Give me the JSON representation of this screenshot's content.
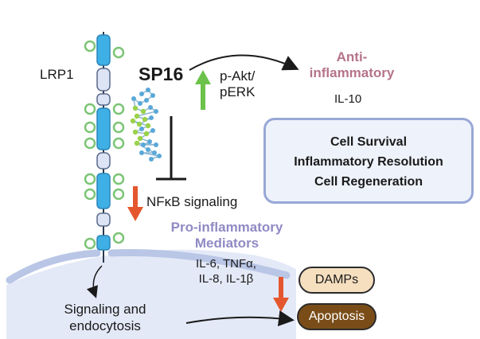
{
  "receptor": {
    "label": "LRP1"
  },
  "peptide": {
    "label": "SP16"
  },
  "pathway_up": {
    "label_line1": "p-Akt/",
    "label_line2": "pERK"
  },
  "anti_inflammatory": {
    "title_line1": "Anti-",
    "title_line2": "inflammatory",
    "cytokine": "IL-10"
  },
  "outcomes": {
    "line1": "Cell Survival",
    "line2": "Inflammatory Resolution",
    "line3": "Cell Regeneration"
  },
  "nfkb": {
    "label": "NFκB signaling"
  },
  "pro_inflammatory": {
    "title_line1": "Pro-inflammatory",
    "title_line2": "Mediators",
    "list_line1": "IL-6, TNFα,",
    "list_line2": "IL-8, IL-1β"
  },
  "endocytosis": {
    "line1": "Signaling and",
    "line2": "endocytosis"
  },
  "damps": {
    "label": "DAMPs"
  },
  "apoptosis": {
    "label": "Apoptosis"
  },
  "colors": {
    "anti_title": "#b5738a",
    "pro_title": "#8f8ac4",
    "receptor_blue": "#3fb0e6",
    "receptor_light": "#dce4f5",
    "ligand_green": "#7cc576",
    "up_arrow": "#6cc24a",
    "down_arrow": "#e4572e",
    "outcome_fill": "#eef2fb",
    "outcome_border": "#98a8d6",
    "damps_fill": "#f5dfbf",
    "apoptosis_fill": "#7a4d18"
  }
}
